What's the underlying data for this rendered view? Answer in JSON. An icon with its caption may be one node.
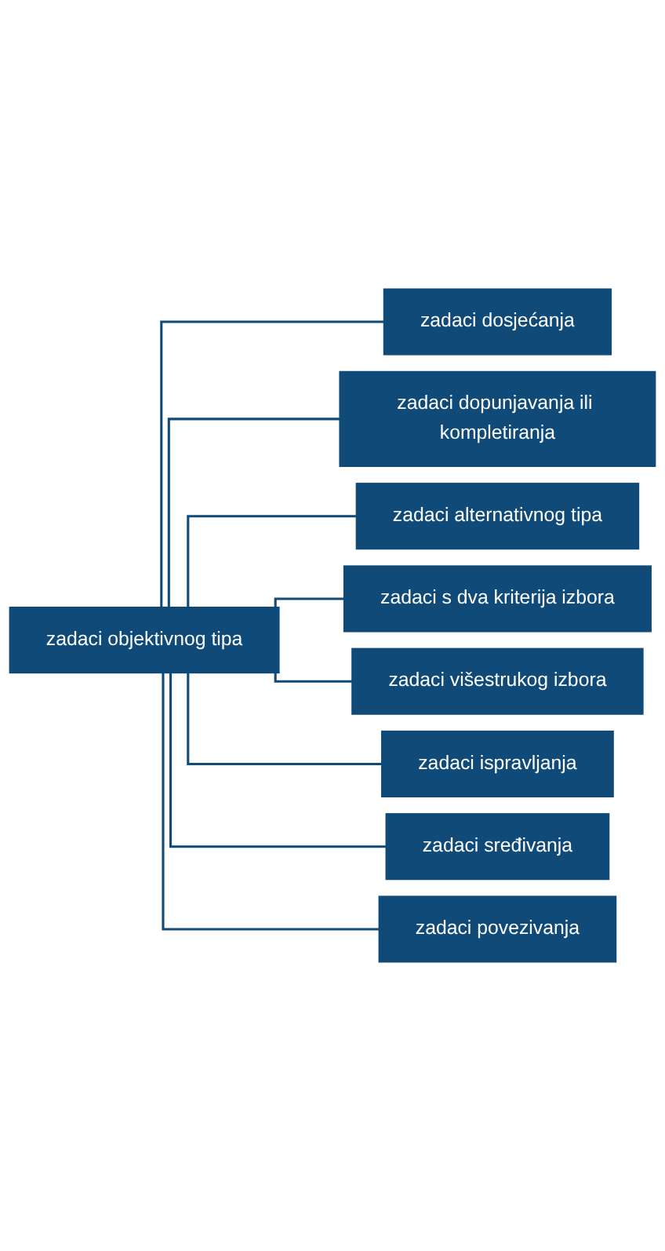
{
  "diagram": {
    "nodes": [
      {
        "text": [
          "zadaci objektivnog tipa"
        ]
      },
      {
        "text": [
          "zadaci dosjećanja"
        ]
      },
      {
        "text": [
          "zadaci dopunjavanja ili kompletiranja"
        ]
      },
      {
        "text": [
          "zadaci alternativnog tipa"
        ]
      },
      {
        "text": [
          "zadaci s dva kriterija izbora"
        ]
      },
      {
        "text": [
          "zadaci višestrukog izbora"
        ]
      },
      {
        "text": [
          "zadaci ispravljanja"
        ]
      },
      {
        "text": [
          "zadaci sređivanja"
        ]
      },
      {
        "text": [
          "zadaci povezivanja"
        ]
      }
    ],
    "edges": [
      {
        "from": 0,
        "to": 1,
        "arrow": "none"
      },
      {
        "from": 0,
        "to": 2,
        "arrow": "none"
      },
      {
        "from": 0,
        "to": 3,
        "arrow": "none"
      },
      {
        "from": 0,
        "to": 4,
        "arrow": "none"
      },
      {
        "from": 0,
        "to": 5,
        "arrow": "none"
      },
      {
        "from": 0,
        "to": 6,
        "arrow": "none"
      },
      {
        "from": 0,
        "to": 7,
        "arrow": "none"
      },
      {
        "from": 0,
        "to": 8,
        "arrow": "none"
      }
    ]
  }
}
